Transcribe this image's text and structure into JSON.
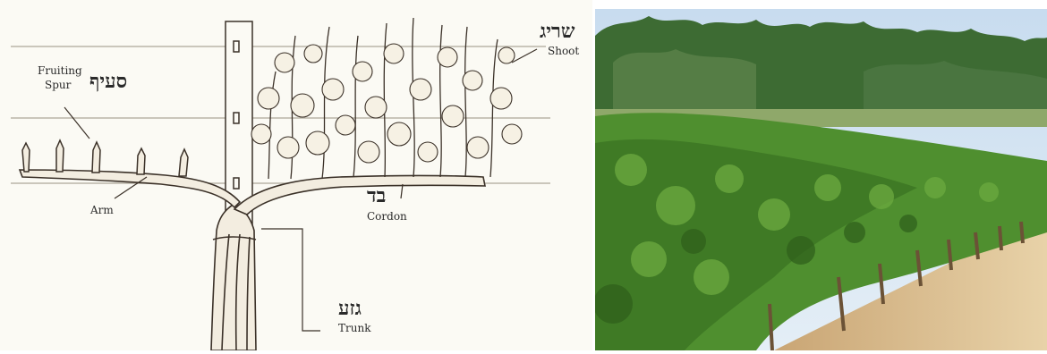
{
  "diagram": {
    "labels": {
      "spur_en_line1": "Fruiting",
      "spur_en_line2": "Spur",
      "spur_he": "סעיף",
      "arm_en": "Arm",
      "cordon_he": "בד",
      "cordon_en": "Cordon",
      "shoot_he": "שריג",
      "shoot_en": "Shoot",
      "trunk_he": "גזע",
      "trunk_en": "Trunk"
    },
    "colors": {
      "ink": "#3b3128",
      "wire": "#b9b4a8",
      "paper": "#fbfaf4"
    }
  },
  "photo": {
    "icon": "vineyard-photo",
    "colors": {
      "sky": "#cfe0f0",
      "trees": "#3d6b33",
      "vines": "#4f8f2f",
      "soil": "#d8b98a"
    }
  }
}
